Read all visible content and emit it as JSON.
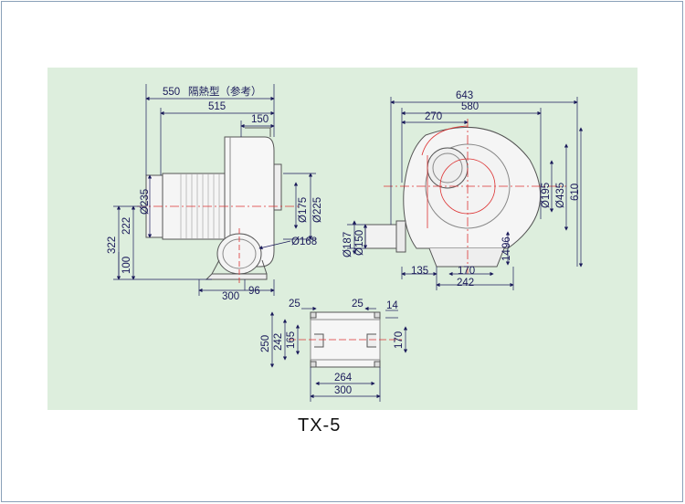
{
  "drawing": {
    "model": "TX-5",
    "side_view": {
      "overall_insulated": "550",
      "insulated_label": "隔熱型（参考）",
      "overall": "515",
      "outlet_width": "150",
      "motor_dia": "Ø235",
      "flange_inner": "Ø175",
      "flange_outer": "Ø225",
      "height_322": "322",
      "height_222": "222",
      "height_100": "100",
      "inlet_dia": "Ø168",
      "base_300": "300",
      "base_96": "96"
    },
    "front_view": {
      "width_643": "643",
      "width_580": "580",
      "width_270": "270",
      "dia_195": "Ø195",
      "dia_435": "Ø435",
      "height_610": "610",
      "outlet_187": "Ø187",
      "outlet_150": "Ø150",
      "small_14": "14",
      "small_96": "96",
      "base_135": "135",
      "base_170": "170",
      "base_242": "242"
    },
    "base_view": {
      "slot_left": "25",
      "slot_right": "25",
      "slot_14": "14",
      "height_250": "250",
      "height_242": "242",
      "height_165": "165",
      "height_170": "170",
      "width_264": "264",
      "width_300": "300"
    }
  }
}
